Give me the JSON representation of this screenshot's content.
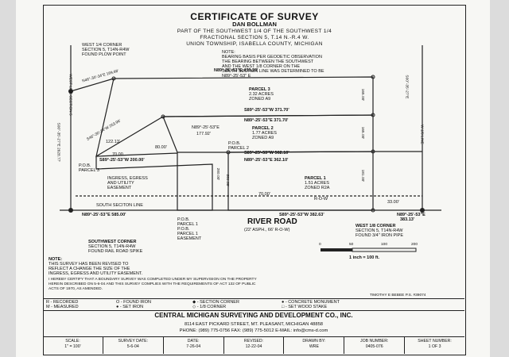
{
  "header": {
    "title": "CERTIFICATE OF SURVEY",
    "owner": "DAN BOLLMAN",
    "line1": "PART OF THE SOUTHWEST 1/4 OF THE SOUTHWEST 1/4",
    "line2": "FRACTIONAL SECTION 5, T.14 N.-R.4 W.",
    "line3": "UNION TOWNSHIP, ISABELLA COUNTY, MICHIGAN"
  },
  "corners": {
    "west_quarter": [
      "WEST 1/4 CORNER",
      "SECTION 5, T14N-R4W",
      "FOUND PLOW POINT"
    ],
    "southwest": [
      "SOUTHWEST CORNER",
      "SECTION 5, T14N-R4W",
      "FOUND RAIL ROAD SPIKE"
    ],
    "west_eighth": [
      "WEST 1/8 CORNER",
      "SECTION 5, T14N-R4W",
      "FOUND 3/4\" IRON PIPE"
    ]
  },
  "bearing_note": [
    "NOTE:",
    "BEARING BASIS PER GEODETIC OBSERVATION",
    "THE BEARING BETWEEN THE SOUTHWEST",
    "AND THE WEST 1/8 CORNER ON THE",
    "SOUTH SECTION LINE WAS DETERMINED TO BE",
    "N89°-25'-53\" E"
  ],
  "parcels": {
    "p3": [
      "PARCEL 3",
      "2.32 ACRES",
      "ZONED A9"
    ],
    "p2": [
      "PARCEL 2",
      "1.77 ACRES",
      "ZONED A9"
    ],
    "p1": [
      "PARCEL 1",
      "1.51 ACRES",
      "ZONED R2A"
    ]
  },
  "labels": {
    "n_top": "N89°-25'-53\"E 433.20'",
    "s_371a": "S89°-25'-53\"W 371.70'",
    "n_371b": "N89°-25'-53\"E 371.70'",
    "s_562": "S89°-25'-53\"W 562.10'",
    "n_362": "N89°-25'-53\"E 362.10'",
    "n_177": "N89°-25'-53\"E",
    "d_177": "177.92'",
    "d_80": "80.00'",
    "d_70a": "70.00",
    "s_200": "S89°-25'-53\"W 200.00'",
    "d_70b": "70.00'",
    "d_122": "122.13'",
    "nw_169": "N46°-30'-34\"E 169.68'",
    "nw_253": "S46°-30'-34\"W 253.96'",
    "pob2": [
      "P.O.B.",
      "PARCEL 2"
    ],
    "pob3": [
      "P.O.B.",
      "PARCEL 3"
    ],
    "easement": [
      "INGRESS, EGRESS",
      "AND UTILITY",
      "EASEMENT"
    ],
    "row": "R-O-W",
    "d_33": "33.00'",
    "south_line": "SOUTH SECITON LINE",
    "n_585": "N89°-25'-53\"E 585.00'",
    "s_382": "S89°-25'-53\"W 382.63'",
    "n_383": "N89°-25'-53\"E",
    "d_383": "383.13'",
    "road": "RIVER ROAD",
    "road_sub": "(22' ASPH., 66' R-O-W)",
    "pob1": [
      "P.O.B.",
      "PARCEL 1",
      "P.O.B.",
      "PARCEL 1",
      "EASEMENT"
    ],
    "v_165": "165.00'",
    "v_181": "181.00'",
    "v_280": "280.00'",
    "s_west": "S00°-35'-27\"E 2628.77'",
    "west_line": "WEST LINE SECTION 5",
    "s_8th": "W 1/8 LINE",
    "s_east": "S00°-35'-27\"E",
    "v_261": "261.36'"
  },
  "scale": {
    "ticks": [
      "0",
      "50",
      "100",
      "200"
    ],
    "text": "1 inch = 100 ft."
  },
  "revision_note": [
    "NOTE:",
    "THIS SURVEY HAS BEEN REVISED TO",
    "REFLECT A CHANGE THE SIZE OF THE",
    "INGRESS, EGRESS AND UTILITY EASEMENT."
  ],
  "certification": [
    "I HEREBY CERTIFY THAT A BOUNDARY SURVEY WAS COMPLETED UNDER MY SUPERVISION ON THE PROPERTY",
    "HEREIN DESCRIBED ON 5-6-04 AND THIS SURVEY COMPLIES WITH THE REQUIREMENTS OF ACT 132 OF PUBLIC",
    "ACTS OF 1970, AS AMENDED."
  ],
  "signature": "TIMOTHY E BEBEE P.S. #39074",
  "legend": [
    "R - RECORDED",
    "O - FOUND IRON",
    "◆ - SECTION CORNER",
    "● - CONCRETE MONUMENT",
    "M - MEASURED",
    "● - SET IRON",
    "◇ - 1/8 CORNER",
    "□ - SET WOOD STAKE"
  ],
  "company": {
    "name": "CENTRAL MICHIGAN SURVEYING AND DEVELOPMENT CO., INC.",
    "address": "8114 EAST PICKARD STREET, MT. PLEASANT, MICHIGAN  48858",
    "contact": "PHONE: (989) 775-0756   FAX: (989) 775-5012   E-MAIL: info@cms-d.com"
  },
  "info": [
    {
      "label": "SCALE:",
      "value": "1\" = 100'"
    },
    {
      "label": "SURVEY DATE:",
      "value": "5-6-04"
    },
    {
      "label": "DATE:",
      "value": "7-26-04"
    },
    {
      "label": "REVISED:",
      "value": "12-22-04"
    },
    {
      "label": "DRAWN BY:",
      "value": "WRE"
    },
    {
      "label": "JOB NUMBER:",
      "value": "0405-076"
    },
    {
      "label": "SHEET NUMBER:",
      "value": "1 OF 3"
    }
  ]
}
